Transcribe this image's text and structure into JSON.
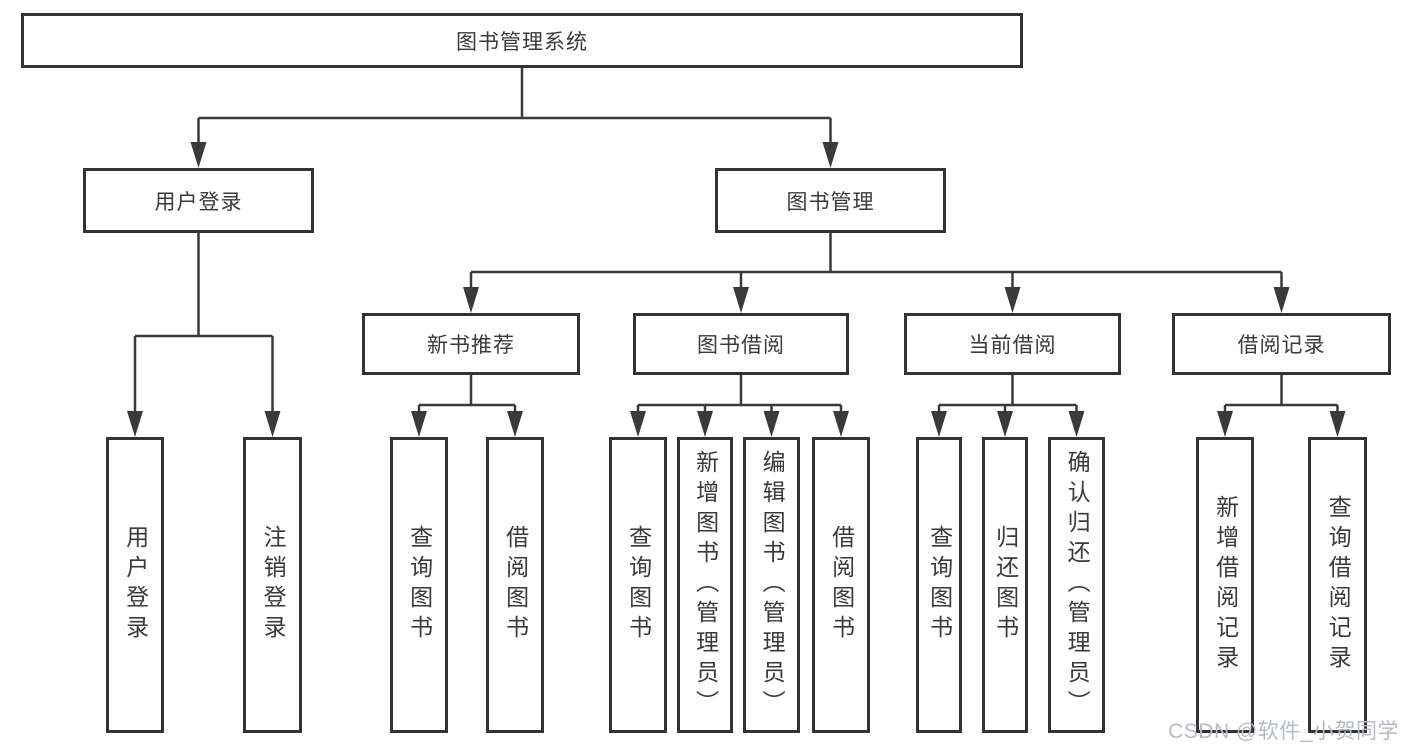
{
  "diagram": {
    "title": "图书管理系统",
    "root": {
      "label": "图书管理系统"
    },
    "level2": [
      {
        "label": "用户登录"
      },
      {
        "label": "图书管理"
      }
    ],
    "level3": [
      {
        "label": "新书推荐"
      },
      {
        "label": "图书借阅"
      },
      {
        "label": "当前借阅"
      },
      {
        "label": "借阅记录"
      }
    ],
    "children": {
      "user_login": [
        "用户登录",
        "注销登录"
      ],
      "new_book_recommend": [
        "查询图书",
        "借阅图书"
      ],
      "book_borrow": [
        "查询图书",
        "新增图书（管理员）",
        "编辑图书（管理员）",
        "借阅图书"
      ],
      "current_borrow": [
        "查询图书",
        "归还图书",
        "确认归还（管理员）"
      ],
      "borrow_record": [
        "新增借阅记录",
        "查询借阅记录"
      ]
    }
  },
  "watermark": "CSDN @软件_小贺同学",
  "colors": {
    "line": "#3a3a3a",
    "border": "#333333",
    "text": "#3a3a3a",
    "watermark": "#b7bbc2",
    "background": "#ffffff"
  }
}
